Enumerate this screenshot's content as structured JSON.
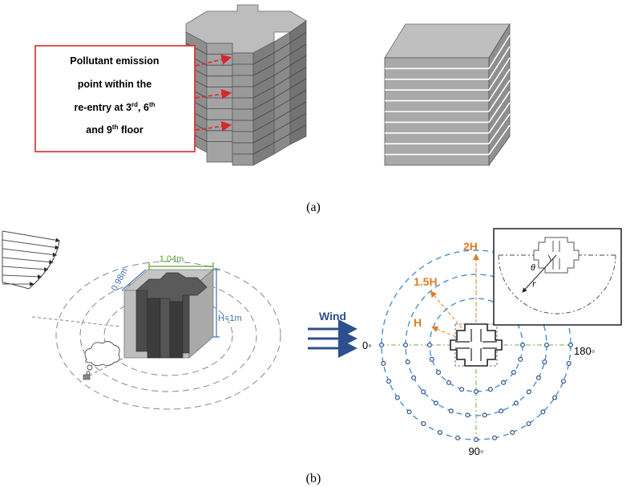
{
  "panel_a": {
    "caption": "(a)",
    "callout_lines": [
      "Pollutant emission",
      "point within the",
      "re-entry at 3",
      ", 6",
      "and 9",
      " floor"
    ],
    "callout": {
      "line1": "Pollutant emission",
      "line2": "point within the",
      "line3_prefix": "re-entry at 3",
      "line3_sup1": "rd",
      "line3_mid": ", 6",
      "line3_sup2": "th",
      "line4_prefix": "and 9",
      "line4_sup": "th",
      "line4_suffix": " floor"
    },
    "floors": 10
  },
  "panel_b": {
    "caption": "(b)",
    "dim_width": "1.04m",
    "dim_depth": "0.98m",
    "dim_height": "H=1m",
    "wind_label": "Wind",
    "ring_labels": [
      "2H",
      "1.5H",
      "H"
    ],
    "angle_0": "0◦",
    "angle_90": "90◦",
    "angle_180": "180◦",
    "inset_theta": "θ",
    "inset_r": "r"
  },
  "colors": {
    "callout_border": "#d9262c",
    "arrow_red": "#d9262c",
    "ring_blue": "#4a90d0",
    "wind_blue": "#2e4f8f",
    "orange": "#e07b26",
    "green_dim": "#5aa02c",
    "blue_dim": "#3d6fb6",
    "green_axis": "#6ab04c"
  }
}
